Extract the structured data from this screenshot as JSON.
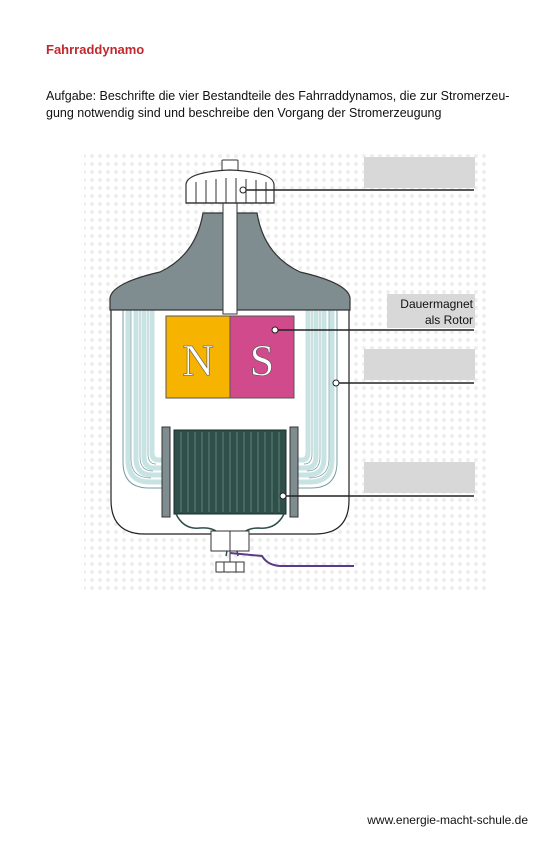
{
  "title": "Fahrraddynamo",
  "task": {
    "line1": "Aufgabe: Beschrifte die vier Bestandteile des Fahrraddynamos, die zur Stromerzeu-",
    "line2": "gung notwendig sind und beschreibe den Vorgang der Stromerzeugung"
  },
  "magnet": {
    "north": "N",
    "south": "S"
  },
  "labels": {
    "rotor_line1": "Dauermagnet",
    "rotor_line2": "als Rotor",
    "blank1": "",
    "blank2": "",
    "blank3": ""
  },
  "footer": "www.energie-macht-schule.de",
  "colors": {
    "title": "#c0282d",
    "housing": "#7f8c90",
    "north": "#f6b400",
    "south": "#d14a8c",
    "yoke": "#c7e3e3",
    "coil": "#2e4f4a",
    "wire": "#5b3a87",
    "label_box": "#d8d8d8"
  }
}
